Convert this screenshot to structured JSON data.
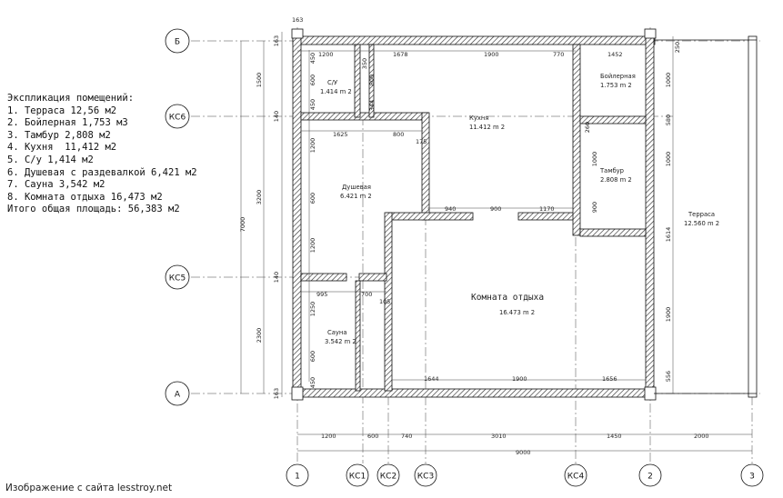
{
  "explication": {
    "title": "Экспликация помещений:",
    "items": [
      "1. Терраса 12,56 м2",
      "2. Бойлерная 1,753 м3",
      "3. Тамбур 2,808 м2",
      "4. Кухня  11,412 м2",
      "5. С/у 1,414 м2",
      "6. Душевая с раздевалкой 6,421 м2",
      "7. Сауна 3,542 м2",
      "8. Комната отдыха 16,473 м2"
    ],
    "total": "Итого общая площадь: 56,383 м2"
  },
  "source": "Изображение с сайта lesstroy.net",
  "rooms": {
    "su": {
      "name": "С/У",
      "area": "1.414 m 2"
    },
    "boiler": {
      "name": "Бойлерная",
      "area": "1.753 m 2"
    },
    "kitchen": {
      "name": "Кухня",
      "area": "11.412 m 2"
    },
    "shower": {
      "name": "Душевая",
      "area": "6.421 m 2"
    },
    "tambur": {
      "name": "Тамбур",
      "area": "2.808 m 2"
    },
    "terrace": {
      "name": "Терраса",
      "area": "12.560 m 2"
    },
    "rest": {
      "name": "Комната отдыха",
      "area": "16.473 m 2"
    },
    "sauna": {
      "name": "Сауна",
      "area": "3.542 m 2"
    }
  },
  "axes": {
    "rows": [
      "Б",
      "КС6",
      "КС5",
      "А"
    ],
    "cols": [
      "1",
      "КС1",
      "КС2",
      "КС3",
      "КС4",
      "2",
      "3"
    ]
  },
  "dims": {
    "top": [
      "163"
    ],
    "row_top_wall": [
      "1200",
      "1678",
      "1900",
      "770",
      "1452"
    ],
    "row_kc6": [
      "1625",
      "800",
      "175"
    ],
    "row_mid": [
      "940",
      "900",
      "1170"
    ],
    "row_kc5": [
      "995",
      "700",
      "105"
    ],
    "row_bottom_wall": [
      "1644",
      "1900",
      "1656"
    ],
    "bottom_1": [
      "1200",
      "600",
      "740",
      "3010",
      "1450",
      "2000"
    ],
    "bottom_total": "9000",
    "left_outer": "7000",
    "left_segments": [
      "1500",
      "3200",
      "2300"
    ],
    "left_small": [
      "163",
      "140",
      "140",
      "163"
    ],
    "left_inner": [
      "450",
      "600",
      "450",
      "1200",
      "600",
      "1200",
      "1250",
      "600",
      "450"
    ],
    "su_inner": [
      "350",
      "800",
      "344"
    ],
    "tambur_inner": [
      "260",
      "1000",
      "900"
    ],
    "right_wall": [
      "1000",
      "580",
      "1000",
      "1614",
      "1900",
      "556"
    ],
    "right_small": [
      "250"
    ]
  }
}
